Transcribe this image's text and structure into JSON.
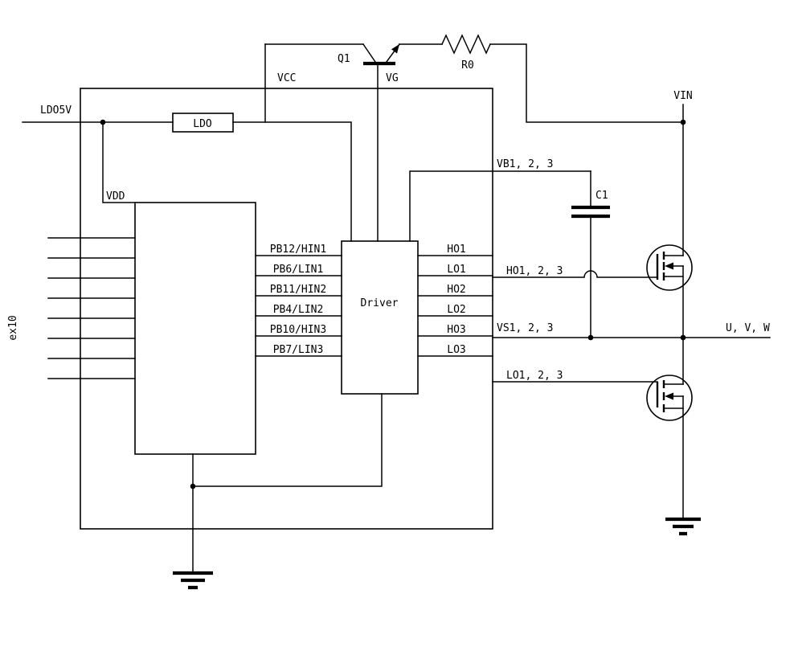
{
  "colors": {
    "line": "#000000",
    "background": "#ffffff"
  },
  "labels": {
    "ldo5v": "LDO5V",
    "vcc": "VCC",
    "q1": "Q1",
    "vg": "VG",
    "r0": "R0",
    "vin": "VIN",
    "ldo": "LDO",
    "vdd": "VDD",
    "driver": "Driver",
    "vb": "VB1, 2, 3",
    "c1": "C1",
    "ho_bus": "HO1, 2, 3",
    "vs_bus": "VS1, 2, 3",
    "lo_bus": "LO1, 2, 3",
    "uvw": "U, V, W",
    "ex10": "ex10"
  },
  "mcu_pins": [
    "PB12/HIN1",
    "PB6/LIN1",
    "PB11/HIN2",
    "PB4/LIN2",
    "PB10/HIN3",
    "PB7/LIN3"
  ],
  "driver_outputs": [
    "HO1",
    "LO1",
    "HO2",
    "LO2",
    "HO3",
    "LO3"
  ]
}
